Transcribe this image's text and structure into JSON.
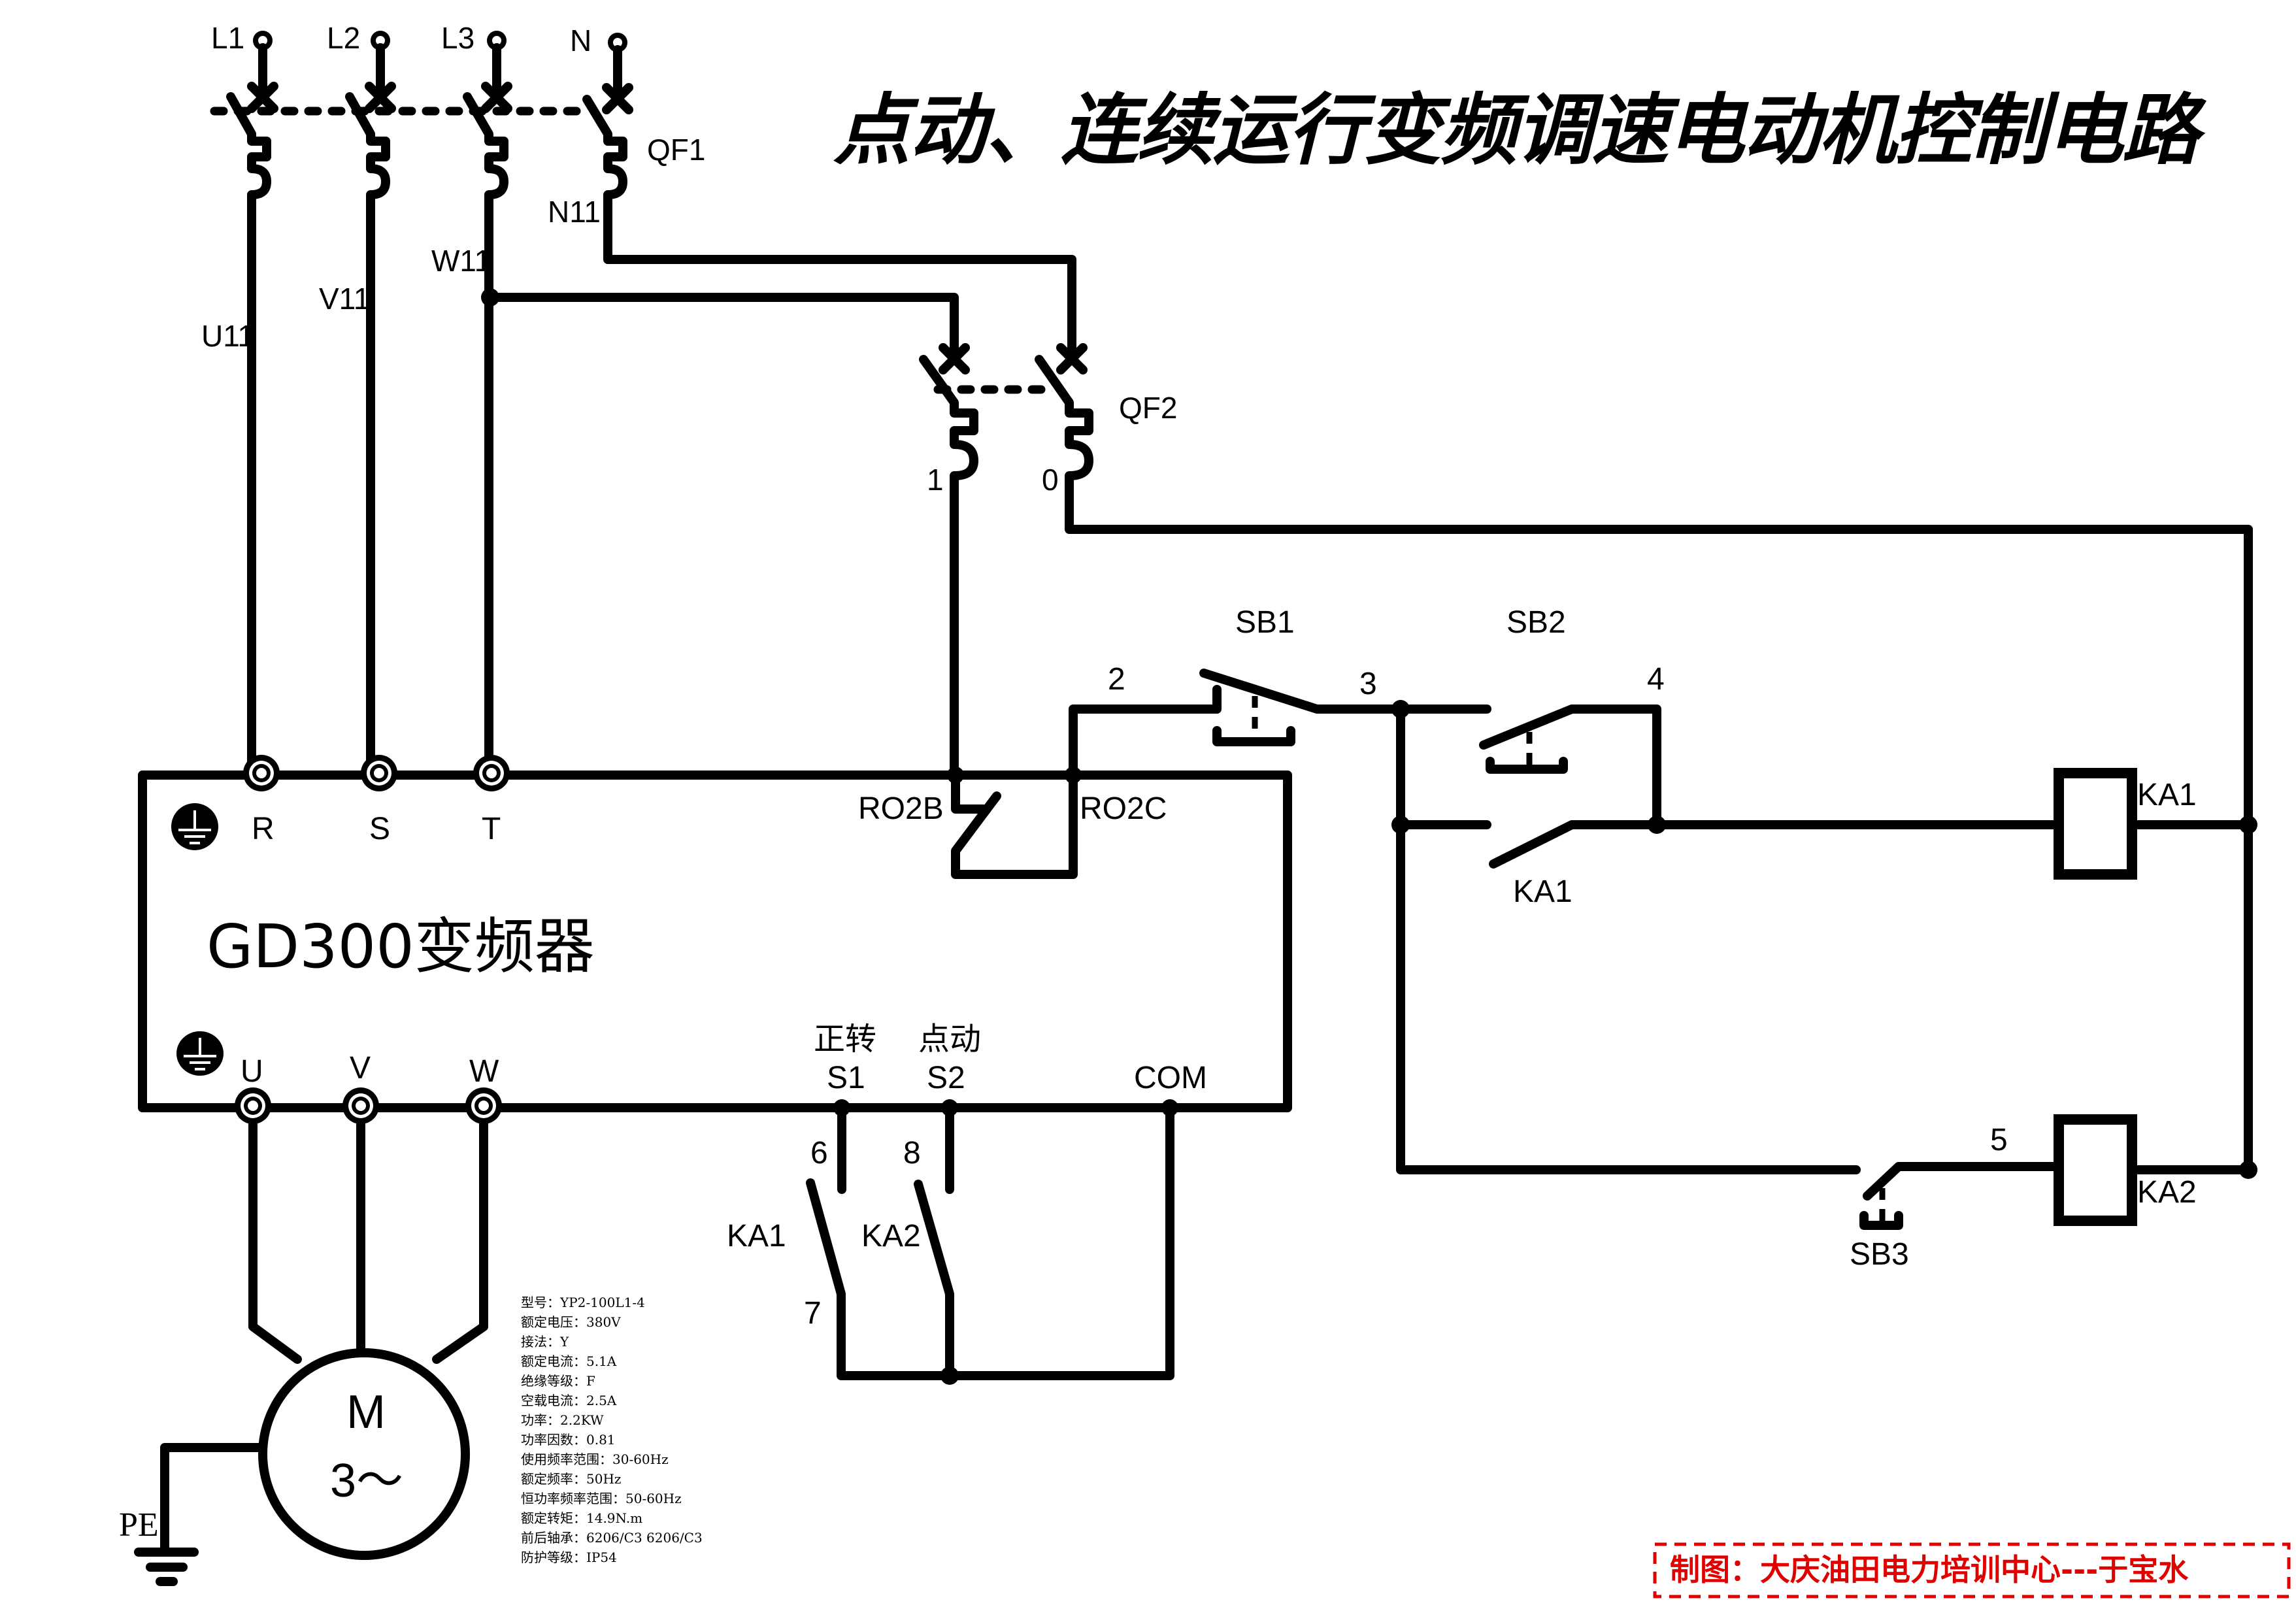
{
  "title": "点动、连续运行变频调速电动机控制电路",
  "supply": {
    "phases": [
      "L1",
      "L2",
      "L3",
      "N"
    ],
    "breaker_main": "QF1",
    "wire_labels": [
      "U11",
      "V11",
      "W11",
      "N11"
    ]
  },
  "control_breaker": {
    "label": "QF2",
    "terminal_left": "1",
    "terminal_right": "0"
  },
  "inverter": {
    "name": "GD300变频器",
    "input_terminals": [
      "R",
      "S",
      "T"
    ],
    "output_terminals": [
      "U",
      "V",
      "W"
    ],
    "relay_terminals": [
      "RO2B",
      "RO2C"
    ],
    "input_function_labels": [
      "正转",
      "点动"
    ],
    "digital_inputs": [
      "S1",
      "S2",
      "COM"
    ]
  },
  "control_circuit": {
    "buttons": [
      "SB1",
      "SB2",
      "SB3"
    ],
    "relays": [
      "KA1",
      "KA2"
    ],
    "contact_label_ka1": "KA1",
    "node_numbers": [
      "2",
      "3",
      "4",
      "5",
      "6",
      "7",
      "8"
    ]
  },
  "input_contacts": {
    "ka1": "KA1",
    "ka2": "KA2"
  },
  "motor": {
    "symbol": "M",
    "phase_symbol": "3～",
    "ground_label": "PE",
    "nameplate": [
      "型号：YP2-100L1-4",
      "额定电压：380V",
      "接法：Y",
      "额定电流：5.1A",
      "绝缘等级：F",
      "空载电流：2.5A",
      "功率：2.2KW",
      "功率因数：0.81",
      "使用频率范围：30-60Hz",
      "额定频率：50Hz",
      "恒功率频率范围：50-60Hz",
      "额定转矩：14.9N.m",
      "前后轴承：6206/C3 6206/C3",
      "防护等级：IP54"
    ]
  },
  "credit": "制图：大庆油田电力培训中心---于宝水",
  "colors": {
    "wire": "#000000",
    "credit": "#e00000"
  }
}
